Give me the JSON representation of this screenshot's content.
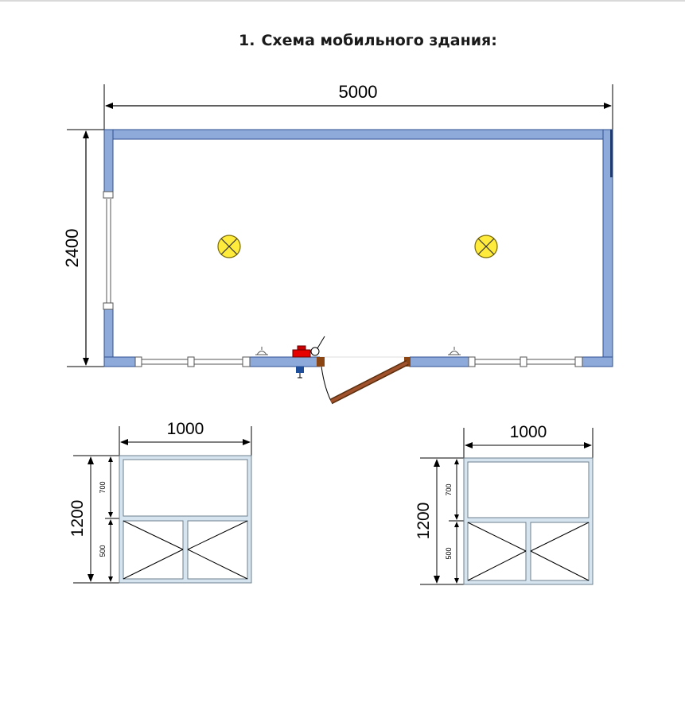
{
  "document": {
    "heading_number": "1.",
    "heading_text": "Схема мобильного здания:"
  },
  "plan": {
    "width_label": "5000",
    "height_label": "2400"
  },
  "window_left": {
    "width_label": "1000",
    "height_label": "1200",
    "upper_label": "700",
    "lower_label": "500"
  },
  "window_right": {
    "width_label": "1000",
    "height_label": "1200",
    "upper_label": "700",
    "lower_label": "500"
  },
  "colors": {
    "wall": "#8eaadb",
    "wall_outline": "#2f4f8f",
    "door": "#8b4513",
    "lamp": "#ffeb3b",
    "panel": "#e60000",
    "outlet": "#1f4e9a",
    "frame": "#d6e4ef"
  }
}
